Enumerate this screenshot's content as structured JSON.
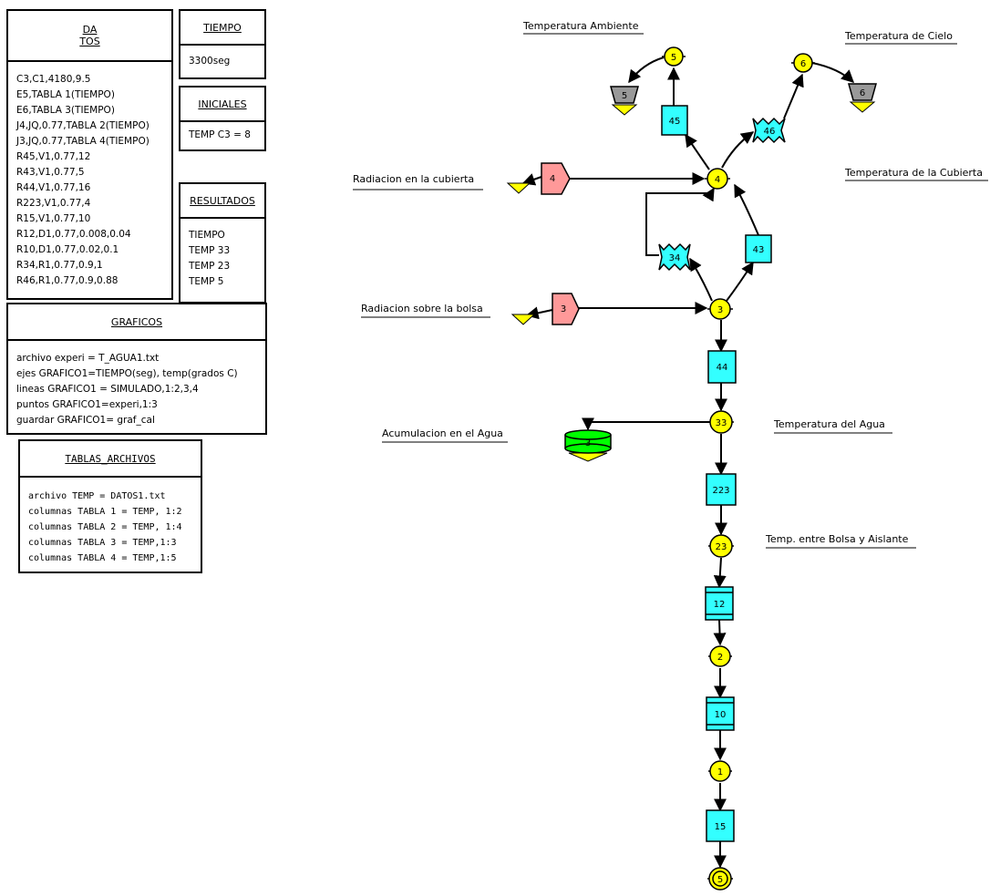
{
  "panels": {
    "datos": {
      "title": "DA\nTOS",
      "lines": [
        "C3,C1,4180,9.5",
        "E5,TABLA 1(TIEMPO)",
        "E6,TABLA 3(TIEMPO)",
        "J4,JQ,0.77,TABLA 2(TIEMPO)",
        "J3,JQ,0.77,TABLA 4(TIEMPO)",
        "R45,V1,0.77,12",
        "R43,V1,0.77,5",
        "R44,V1,0.77,16",
        "R223,V1,0.77,4",
        "R15,V1,0.77,10",
        "R12,D1,0.77,0.008,0.04",
        "R10,D1,0.77,0.02,0.1",
        "R34,R1,0.77,0.9,1",
        "R46,R1,0.77,0.9,0.88"
      ]
    },
    "tiempo": {
      "title": "TIEMPO",
      "lines": [
        "3300seg"
      ]
    },
    "iniciales": {
      "title": "INICIALES",
      "lines": [
        "TEMP C3 = 8"
      ]
    },
    "resultados": {
      "title": "RESULTADOS",
      "lines": [
        "TIEMPO",
        "TEMP 33",
        "TEMP 23",
        "TEMP 5"
      ]
    },
    "graficos": {
      "title": "GRAFICOS",
      "lines": [
        "archivo experi = T_AGUA1.txt",
        "ejes GRAFICO1=TIEMPO(seg), temp(grados C)",
        "lineas GRAFICO1 = SIMULADO,1:2,3,4",
        "puntos GRAFICO1=experi,1:3",
        "guardar GRAFICO1= graf_cal"
      ]
    },
    "tablas": {
      "title": "TABLAS_ARCHIVOS",
      "lines": [
        "archivo TEMP = DATOS1.txt",
        "columnas TABLA 1 = TEMP, 1:2",
        "columnas TABLA 2 = TEMP, 1:4",
        "columnas TABLA 3 = TEMP,1:3",
        "columnas TABLA 4 = TEMP,1:5"
      ]
    }
  },
  "labels": {
    "amb": "Temperatura Ambiente",
    "cielo": "Temperatura de Cielo",
    "cubierta": "Temperatura de la Cubierta",
    "rad_cub": "Radiacion en la cubierta",
    "rad_bolsa": "Radiacion sobre la bolsa",
    "acum": "Acumulacion en el Agua",
    "agua": "Temperatura del Agua",
    "bolsa": "Temp. entre Bolsa y Aislante"
  },
  "nodes": {
    "n5_top": "5",
    "n6": "6",
    "n4": "4",
    "n3": "3",
    "n33": "33",
    "n23": "23",
    "n2": "2",
    "n1": "1",
    "n5_bot": "5",
    "r45": "45",
    "r46": "46",
    "r43": "43",
    "r34": "34",
    "r44": "44",
    "r223": "223",
    "r12": "12",
    "r10": "10",
    "r15": "15",
    "e5": "5",
    "e6": "6",
    "j4": "4",
    "j3": "3",
    "c3": "3"
  },
  "colors": {
    "node": "#ffff00",
    "resistor": "#33ffff",
    "source": "#ff9999",
    "capacitor": "#00ff00",
    "sink": "#999999",
    "ground": "#ffff00"
  }
}
